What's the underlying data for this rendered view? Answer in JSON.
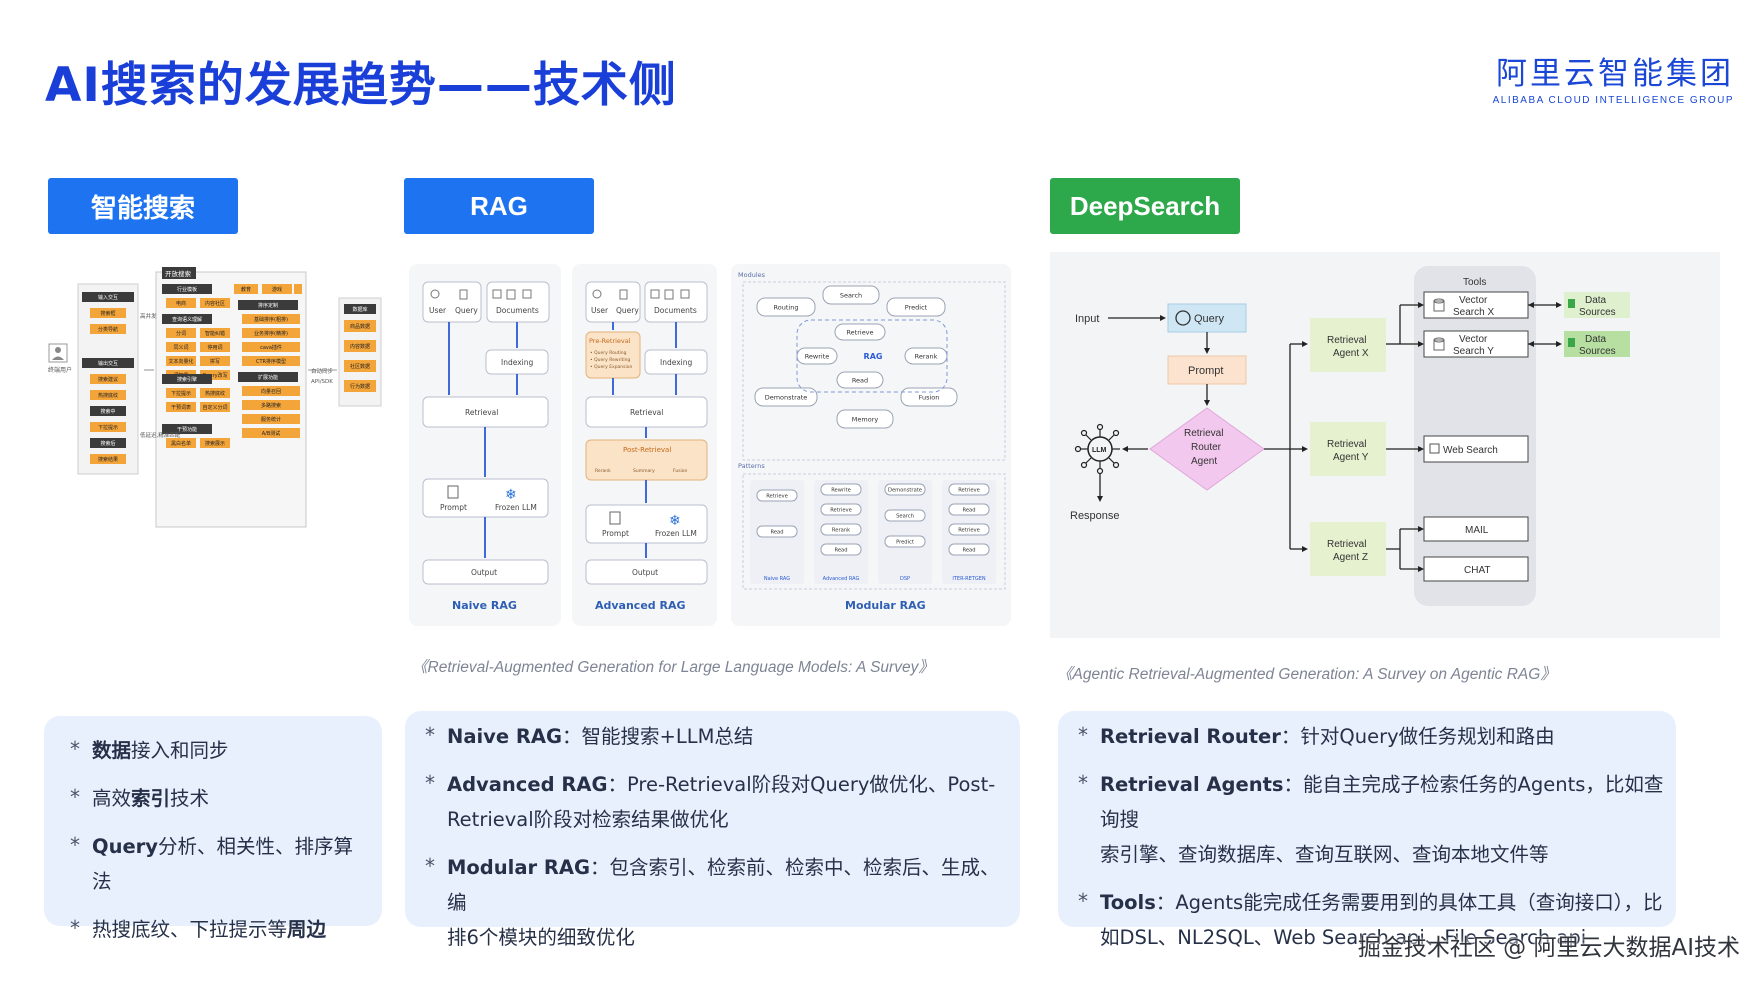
{
  "title": "AI搜索的发展趋势——技术侧",
  "logo": {
    "cn": "阿里云智能集团",
    "en": "ALIBABA CLOUD INTELLIGENCE GROUP"
  },
  "tags": {
    "smart_search": "智能搜索",
    "rag": "RAG",
    "deepsearch": "DeepSearch"
  },
  "smart_search_fig": {
    "left_groups": [
      "输入交互",
      "输出交互"
    ],
    "left_items": [
      "搜索框",
      "分类导航",
      "搜索建议",
      "热搜底纹",
      "搜索中",
      "下拉提示",
      "搜索后",
      "搜索结果"
    ],
    "user_label": "终端用户",
    "main_title": "开放搜索",
    "col1_heads": [
      "行业模板",
      "查询语义理解",
      "搜索引擎",
      "干预功能"
    ],
    "col1_items": [
      "电商",
      "内容社区",
      "分词",
      "智能纠错",
      "同义词",
      "停用词",
      "文本向量化",
      "拼写",
      "词权重",
      "Query改写",
      "下拉提示",
      "热搜底纹",
      "干预词表",
      "自定义分词",
      "黑白名单",
      "搜索展示"
    ],
    "col2_heads": [
      "排序定制",
      "扩展功能"
    ],
    "col2_items": [
      "游戏",
      "教育",
      "基础排序(粗排)",
      "业务排序(精排)",
      "cava插件",
      "CTR排序模型",
      "向量召回",
      "多路搜索",
      "服务统计",
      "A/B测试"
    ],
    "mid_labels": [
      "高并发",
      "低延迟,精准匹配",
      "自动同步",
      "API/SDK"
    ],
    "right_head": "数据库",
    "right_items": [
      "商品数据",
      "内容数据",
      "社区数据",
      "行为数据"
    ]
  },
  "rag_fig": {
    "panels": [
      "Naive RAG",
      "Advanced RAG",
      "Modular RAG"
    ],
    "nodes": {
      "user": "User",
      "query": "Query",
      "documents": "Documents",
      "indexing": "Indexing",
      "retrieval": "Retrieval",
      "prompt": "Prompt",
      "frozen_llm": "Frozen LLM",
      "output": "Output",
      "pre_retrieval": "Pre-Retrieval",
      "post_retrieval": "Post-Retrieval"
    },
    "pre_items": [
      "• Query Routing",
      "• Query Rewriting",
      "• Query Expansion"
    ],
    "post_items": [
      "Rerank",
      "Summary",
      "Fusion"
    ],
    "modules_label": "Modules",
    "patterns_label": "Patterns",
    "modules": [
      "Search",
      "Routing",
      "Predict",
      "Retrieve",
      "Rewrite",
      "RAG",
      "Rerank",
      "Read",
      "Demonstrate",
      "Fusion",
      "Memory"
    ],
    "patterns": [
      {
        "items": [
          "Retrieve",
          "Read"
        ],
        "label": "Naive RAG"
      },
      {
        "items": [
          "Rewrite",
          "Retrieve",
          "Rerank",
          "Read"
        ],
        "label": "Advanced RAG"
      },
      {
        "items": [
          "Demonstrate",
          "Search",
          "Predict"
        ],
        "label": "DSP"
      },
      {
        "items": [
          "Retrieve",
          "Read",
          "Retrieve",
          "Read"
        ],
        "label": "ITER-RETGEN"
      }
    ]
  },
  "deep_fig": {
    "input": "Input",
    "query": "Query",
    "prompt": "Prompt",
    "router": [
      "Retrieval",
      "Router",
      "Agent"
    ],
    "response": "Response",
    "llm": "LLM",
    "agents": [
      [
        "Retrieval",
        "Agent X"
      ],
      [
        "Retrieval",
        "Agent Y"
      ],
      [
        "Retrieval",
        "Agent Z"
      ]
    ],
    "tools_title": "Tools",
    "tools": [
      [
        "Vector",
        "Search X"
      ],
      [
        "Vector",
        "Search Y"
      ],
      [
        "Web Search"
      ],
      [
        "MAIL"
      ],
      [
        "CHAT"
      ]
    ],
    "sources": [
      [
        "Data",
        "Sources"
      ],
      [
        "Data",
        "Sources"
      ]
    ]
  },
  "captions": {
    "rag": "《Retrieval-Augmented Generation for Large Language Models: A Survey》",
    "deep": "《Agentic Retrieval-Augmented Generation: A Survey on Agentic RAG》"
  },
  "box_smart": [
    {
      "bold": "数据",
      "text": "接入和同步"
    },
    {
      "text": "高效",
      "bold": "索引",
      "tail": "技术"
    },
    {
      "bold": "Query",
      "text": "分析、相关性、排序算法"
    },
    {
      "text": "热搜底纹、下拉提示等",
      "bold": "周边"
    }
  ],
  "box_rag": [
    {
      "key": "Naive RAG",
      "sep": "：",
      "line1": "智能搜索+LLM总结"
    },
    {
      "key": "Advanced RAG",
      "sep": "：",
      "line1": "Pre-Retrieval阶段对Query做优化、Post-",
      "line2": "Retrieval阶段对检索结果做优化"
    },
    {
      "key": "Modular RAG",
      "sep": "：",
      "line1": "包含索引、检索前、检索中、检索后、生成、编",
      "line2": "排6个模块的细致优化"
    }
  ],
  "box_deep": [
    {
      "key": "Retrieval Router",
      "sep": "：",
      "line1": "针对Query做任务规划和路由"
    },
    {
      "key": "Retrieval Agents",
      "sep": "：",
      "line1": "能自主完成子检索任务的Agents，比如查询搜",
      "line2": "索引擎、查询数据库、查询互联网、查询本地文件等"
    },
    {
      "key": "Tools",
      "sep": "：",
      "line1": "Agents能完成任务需要用到的具体工具（查询接口），比",
      "line2": "如DSL、NL2SQL、Web Search api、File Search api"
    }
  ],
  "footer": "掘金技术社区 @ 阿里云大数据AI技术",
  "colors": {
    "title": "#1a3fd8",
    "tag_blue": "#1d73f0",
    "tag_green": "#2da84a",
    "box_bg": "#e9f0fd"
  }
}
